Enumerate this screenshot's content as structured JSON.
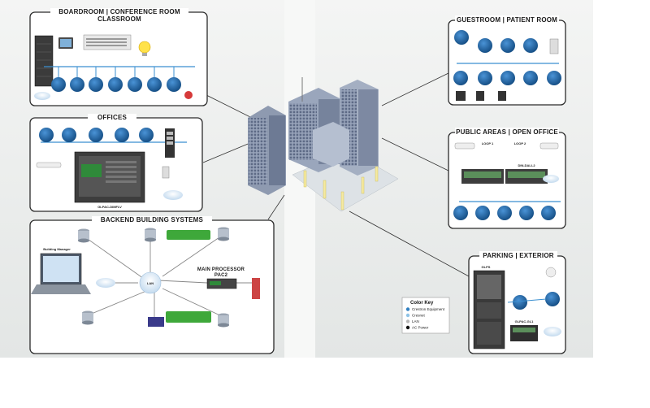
{
  "panels": {
    "boardroom": {
      "title_line1": "BOARDROOM | CONFERENCE ROOM",
      "title_line2": "CLASSROOM"
    },
    "offices": {
      "title": "OFFICES",
      "device_label": "GLPAC-DIMFLV"
    },
    "backend": {
      "title": "BACKEND BUILDING SYSTEMS",
      "main_processor_line1": "MAIN PROCESSOR",
      "main_processor_line2": "PAC2",
      "lan": "LAN",
      "building_manager": "Building Manager"
    },
    "guestroom": {
      "title": "GUESTROOM | PATIENT ROOM"
    },
    "public": {
      "title": "PUBLIC AREAS | OPEN OFFICE",
      "loop1": "LOOP 1",
      "loop2": "LOOP 2",
      "module2": "DIN-DALI-2"
    },
    "parking": {
      "title": "PARKING | EXTERIOR",
      "glps": "GLPS",
      "pac": "GLPAC-GL1"
    }
  },
  "color_key": {
    "title": "Color Key",
    "items": [
      {
        "label": "Crestron Equipment",
        "color": "#2f7fc1"
      },
      {
        "label": "Cresnet",
        "color": "#8fc3e6"
      },
      {
        "label": "LAN",
        "color": "#b8b8b8"
      },
      {
        "label": "AC Power",
        "color": "#111111"
      }
    ]
  },
  "colors": {
    "device_blue": "#1e5f99",
    "line_blue": "#3a8fd0",
    "panel_border": "#2b2b2b",
    "green_badge": "#3ea83a",
    "background_grey": "#e9ebea"
  }
}
